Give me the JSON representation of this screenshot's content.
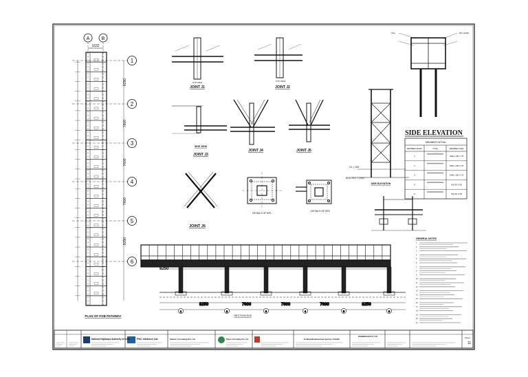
{
  "plan": {
    "grid_letters": [
      "A",
      "B"
    ],
    "top_dim": "1632",
    "grid_numbers": [
      "1",
      "2",
      "3",
      "4",
      "5",
      "6"
    ],
    "side_dims": [
      "8250",
      "7600",
      "7600",
      "7600",
      "8250"
    ],
    "title": "PLAN OF FOB PATHWAY"
  },
  "joints": {
    "j1": "JOINT J1",
    "j2": "JOINT J2",
    "j3": "JOINT J3",
    "j3_view": "SIDE VIEW",
    "j4": "JOINT J4",
    "j5": "JOINT J5",
    "j6": "JOINT J6",
    "top_view": "TOP VIEW"
  },
  "bp_details": {
    "bp1": "DETAILS OF BP1",
    "bp2": "DETAILS OF BP2"
  },
  "elevation": {
    "title": "SIDE ELEVATION",
    "label_1": "FGL",
    "label_2": "RG LEVEL",
    "label_3": "GL = 000",
    "label_4": "BRS. G.L. = 0.00",
    "view_title": "SIDE ELEVATION"
  },
  "member_table": {
    "title": "MEMBER DETAIL",
    "headers": [
      "MEMBER MARK",
      "TYPE",
      "MEMBER SIZE"
    ],
    "rows": [
      [
        "1",
        "",
        "ISMC 150 X 75"
      ],
      [
        "2",
        "",
        "ISMC 200 X 75"
      ],
      [
        "3",
        "",
        "ISMC 250 X 75"
      ],
      [
        "4",
        "",
        "ISA 65 X 65"
      ],
      [
        "5",
        "",
        "ISA 65 X 65"
      ]
    ]
  },
  "section": {
    "dims": [
      "8250",
      "7600",
      "7600",
      "7600",
      "8250"
    ],
    "left_dim": "8250",
    "title": "SECTION B-B"
  },
  "notes": {
    "title": "GENERAL NOTES",
    "count": 21
  },
  "title_block": {
    "authority": "National Highways Authority of India",
    "firm_1": "PNC Infratech Ltd.",
    "firm_2": "Stantec Consulting Pvt. Ltd.",
    "firm_3": "Dhruv Consulting Pvt. Ltd.",
    "project": "Kolkata Bhubaneswar Section of NH16",
    "firm_4": "PRAMESHAN PVT LTD",
    "sheet_label": "Sheet",
    "sheet_no": "11"
  }
}
